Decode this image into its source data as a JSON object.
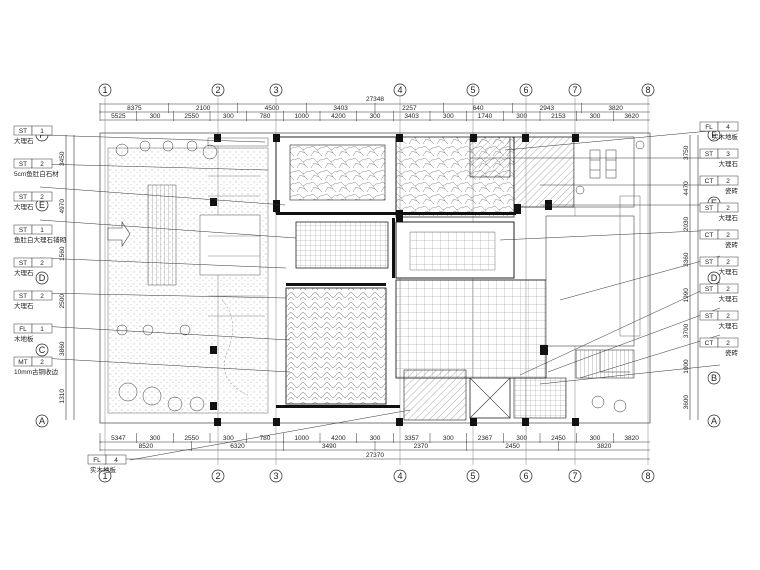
{
  "top_dims": {
    "total": "27348",
    "row1": [
      "8375",
      "2100",
      "4500",
      "3403",
      "2257",
      "640",
      "2943",
      "3820"
    ],
    "row2": [
      "5525",
      "300",
      "2550",
      "300",
      "780",
      "1000",
      "4200",
      "300",
      "3403",
      "300",
      "1740",
      "300",
      "2153",
      "300",
      "3620"
    ]
  },
  "bottom_dims": {
    "row1": [
      "5347",
      "300",
      "2550",
      "300",
      "780",
      "1000",
      "4200",
      "300",
      "3357",
      "300",
      "2367",
      "300",
      "2450",
      "300",
      "3820"
    ],
    "row2": [
      "8520",
      "6320",
      "3490",
      "2370",
      "2450",
      "3820"
    ],
    "total": "27370"
  },
  "axes_v": [
    "1",
    "2",
    "3",
    "4",
    "5",
    "6",
    "7",
    "8"
  ],
  "axes_h_left": [
    "F",
    "E",
    "D",
    "C",
    "A"
  ],
  "axes_h_right": [
    "F",
    "E",
    "D",
    "B",
    "A"
  ],
  "left_vert_dims": [
    "3450",
    "4970",
    "1560",
    "2500",
    "3860",
    "1310"
  ],
  "right_vert_dims": [
    "3750",
    "4470",
    "2030",
    "3360",
    "1990",
    "3700",
    "1000",
    "3600"
  ],
  "left_tags": [
    {
      "code": "ST",
      "num": "1",
      "label": "大理石"
    },
    {
      "code": "ST",
      "num": "2",
      "label": "5cm鱼肚白石材"
    },
    {
      "code": "ST",
      "num": "2",
      "label": "大理石"
    },
    {
      "code": "ST",
      "num": "1",
      "label": "鱼肚白大理石铺砌"
    },
    {
      "code": "ST",
      "num": "2",
      "label": "大理石"
    },
    {
      "code": "ST",
      "num": "2",
      "label": "大理石"
    },
    {
      "code": "FL",
      "num": "1",
      "label": "木地板"
    },
    {
      "code": "MT",
      "num": "2",
      "label": "10mm古铜收边"
    }
  ],
  "right_tags": [
    {
      "code": "FL",
      "num": "4",
      "label": "实木地板"
    },
    {
      "code": "ST",
      "num": "3",
      "label": "大理石"
    },
    {
      "code": "CT",
      "num": "2",
      "label": "瓷砖"
    },
    {
      "code": "ST",
      "num": "2",
      "label": "大理石"
    },
    {
      "code": "CT",
      "num": "2",
      "label": "瓷砖"
    },
    {
      "code": "ST",
      "num": "2",
      "label": "大理石"
    },
    {
      "code": "ST",
      "num": "2",
      "label": "大理石"
    },
    {
      "code": "ST",
      "num": "2",
      "label": "大理石"
    },
    {
      "code": "CT",
      "num": "2",
      "label": "瓷砖"
    }
  ],
  "bottom_tag": {
    "code": "FL",
    "num": "4",
    "label": "实木地板"
  }
}
